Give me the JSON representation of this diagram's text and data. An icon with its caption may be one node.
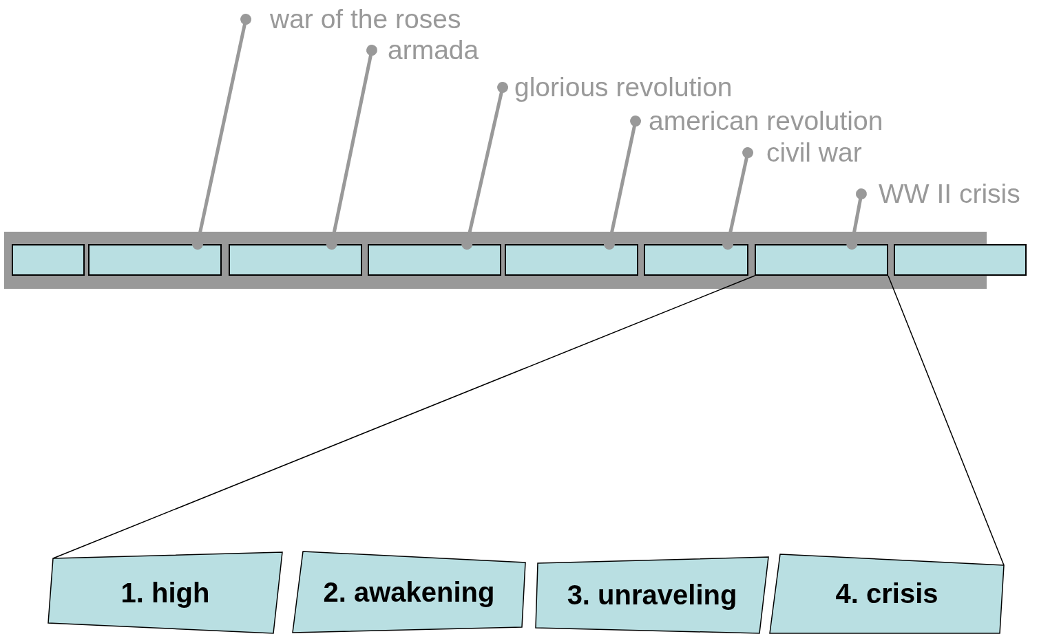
{
  "diagram": {
    "nodes": [
      {
        "text": [
          "war of the roses"
        ]
      },
      {
        "text": [
          "armada"
        ]
      },
      {
        "text": [
          "glorious revolution"
        ]
      },
      {
        "text": [
          "american revolution"
        ]
      },
      {
        "text": [
          "civil war"
        ]
      },
      {
        "text": [
          "WW II crisis"
        ]
      },
      {
        "text": [],
        "shape": "bar"
      },
      {
        "text": [],
        "shape": "box",
        "in": 6
      },
      {
        "text": [],
        "shape": "box",
        "in": 6
      },
      {
        "text": [],
        "shape": "box",
        "in": 6
      },
      {
        "text": [],
        "shape": "box",
        "in": 6
      },
      {
        "text": [],
        "shape": "box",
        "in": 6
      },
      {
        "text": [],
        "shape": "box",
        "in": 6
      },
      {
        "text": [],
        "shape": "box",
        "in": 6
      },
      {
        "text": [],
        "shape": "box"
      },
      {
        "text": [
          "1. high"
        ]
      },
      {
        "text": [
          "2. awakening"
        ]
      },
      {
        "text": [
          "3. unraveling"
        ]
      },
      {
        "text": [
          "4. crisis"
        ]
      }
    ],
    "edges": [
      {
        "from": 0,
        "to": 8,
        "arrow": "other"
      },
      {
        "from": 1,
        "to": 9,
        "arrow": "other"
      },
      {
        "from": 2,
        "to": 10,
        "arrow": "other"
      },
      {
        "from": 3,
        "to": 11,
        "arrow": "other"
      },
      {
        "from": 4,
        "to": 12,
        "arrow": "other"
      },
      {
        "from": 5,
        "to": 13,
        "arrow": "other"
      },
      {
        "from": 13,
        "to": 15,
        "arrow": "none",
        "color": "#000000"
      },
      {
        "from": 13,
        "to": 18,
        "arrow": "none",
        "color": "#000000"
      }
    ]
  }
}
